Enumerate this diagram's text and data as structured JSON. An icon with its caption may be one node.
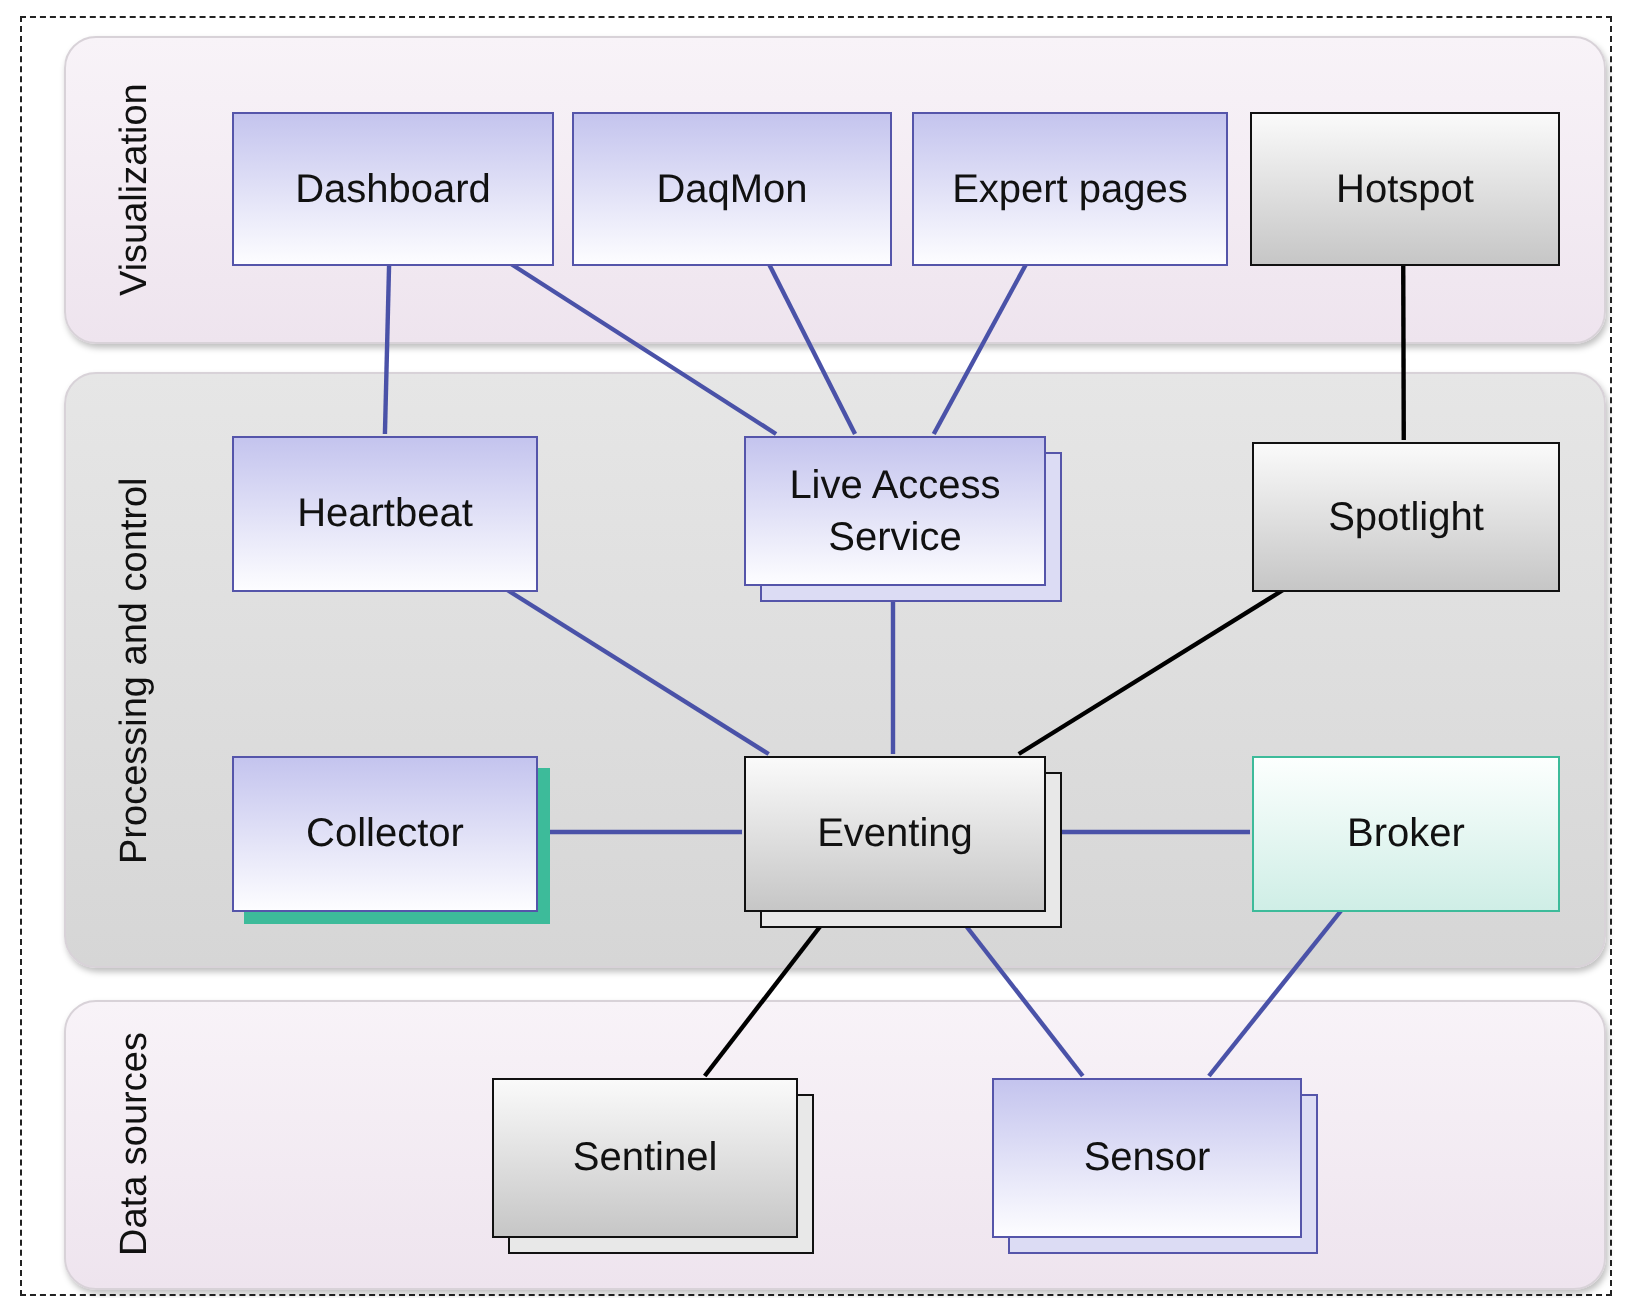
{
  "diagram": {
    "nodes": [
      {
        "text": [
          "Visualization"
        ]
      },
      {
        "text": [
          "Dashboard"
        ],
        "in": 0
      },
      {
        "text": [
          "DaqMon"
        ],
        "in": 0
      },
      {
        "text": [
          "Expert pages"
        ],
        "in": 0
      },
      {
        "text": [
          "Hotspot"
        ],
        "in": 0
      },
      {
        "text": [
          "Processing and control"
        ]
      },
      {
        "text": [
          "Heartbeat"
        ],
        "in": 5
      },
      {
        "text": [
          "Live Access Service"
        ],
        "in": 5
      },
      {
        "text": [
          "Spotlight"
        ],
        "in": 5
      },
      {
        "text": [
          "Collector"
        ],
        "in": 5
      },
      {
        "text": [
          "Eventing"
        ],
        "in": 5
      },
      {
        "text": [
          "Broker"
        ],
        "in": 5
      },
      {
        "text": [
          "Data sources"
        ]
      },
      {
        "text": [
          "Sentinel"
        ],
        "in": 12
      },
      {
        "text": [
          "Sensor"
        ],
        "in": 12
      }
    ],
    "edges": [
      {
        "from": 1,
        "to": 6,
        "arrow": "none"
      },
      {
        "from": 1,
        "to": 7,
        "arrow": "none"
      },
      {
        "from": 2,
        "to": 7,
        "arrow": "none"
      },
      {
        "from": 3,
        "to": 7,
        "arrow": "none"
      },
      {
        "from": 4,
        "to": 8,
        "arrow": "none",
        "color": "#000000"
      },
      {
        "from": 6,
        "to": 10,
        "arrow": "none"
      },
      {
        "from": 7,
        "to": 10,
        "arrow": "none"
      },
      {
        "from": 8,
        "to": 10,
        "arrow": "none",
        "color": "#000000"
      },
      {
        "from": 9,
        "to": 10,
        "arrow": "none"
      },
      {
        "from": 10,
        "to": 11,
        "arrow": "none"
      },
      {
        "from": 10,
        "to": 13,
        "arrow": "none",
        "color": "#000000"
      },
      {
        "from": 10,
        "to": 14,
        "arrow": "none"
      },
      {
        "from": 11,
        "to": 14,
        "arrow": "none"
      }
    ]
  }
}
